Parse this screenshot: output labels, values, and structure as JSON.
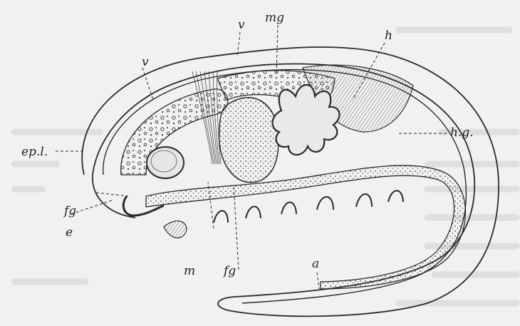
{
  "figure": {
    "background_color": "#f1f1ef",
    "ink_color": "#2b2b2b",
    "shading_color": "#7a7a7a",
    "labels": {
      "v_top": "v",
      "mg": "mg",
      "h": "h",
      "v_left": "v",
      "hg": "h.g.",
      "epl": "ep.l.",
      "fg_left": "fg",
      "e": "e",
      "m": "m",
      "fg_bottom": "fg",
      "a": "a"
    }
  }
}
